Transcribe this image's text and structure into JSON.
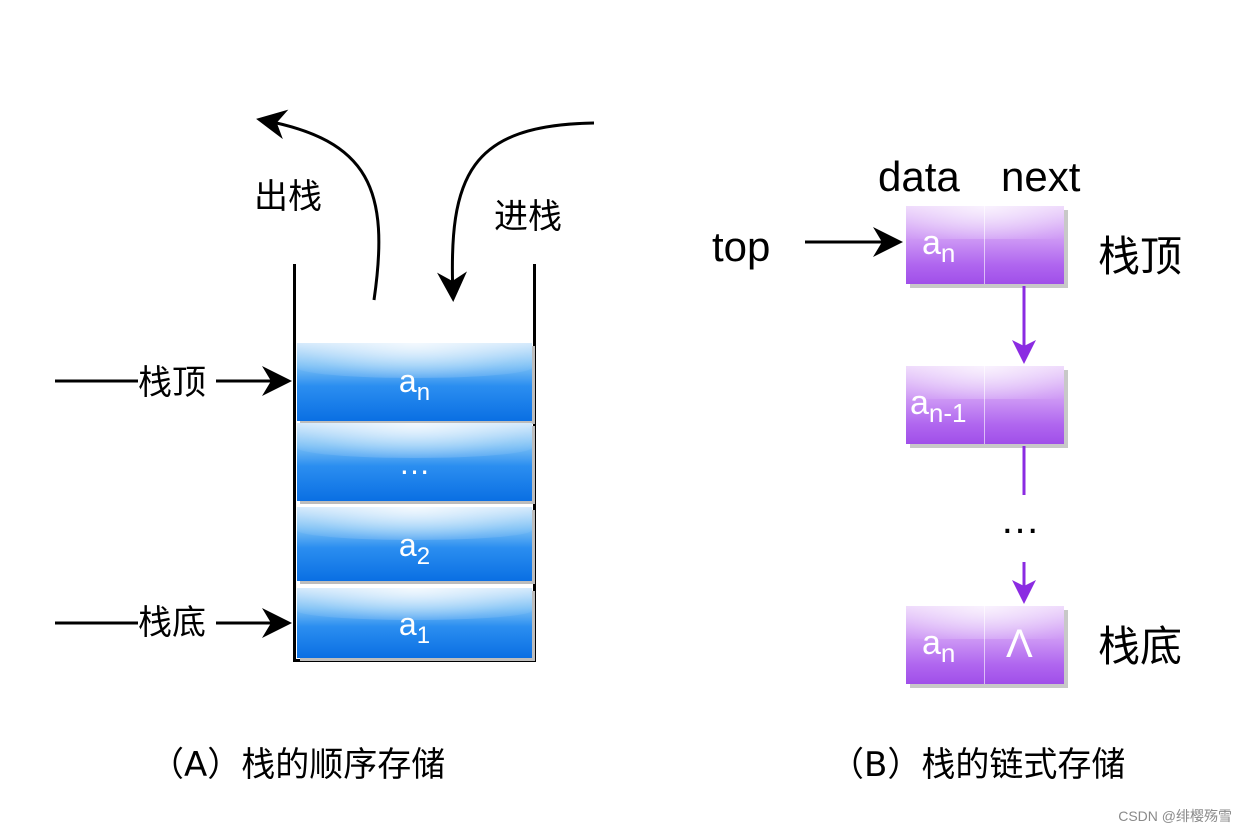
{
  "left": {
    "pop_label": "出栈",
    "push_label": "进栈",
    "top_label": "栈顶",
    "bottom_label": "栈底",
    "cells": [
      {
        "base": "a",
        "sub": "n"
      },
      {
        "base": "…",
        "sub": ""
      },
      {
        "base": "a",
        "sub": "2"
      },
      {
        "base": "a",
        "sub": "1"
      }
    ],
    "caption": "（A）栈的顺序存储"
  },
  "right": {
    "data_header": "data",
    "next_header": "next",
    "top_pointer": "top",
    "top_label": "栈顶",
    "bottom_label": "栈底",
    "ellipsis": "…",
    "nodes": [
      {
        "base": "a",
        "sub": "n",
        "next": ""
      },
      {
        "base": "a",
        "sub": "n-1",
        "next": ""
      },
      {
        "base": "a",
        "sub": "n",
        "next": "Λ"
      }
    ],
    "caption": "（B）栈的链式存储"
  },
  "watermark": "CSDN @绯樱殇雪",
  "colors": {
    "cell_blue": "#0a6fe3",
    "node_purple": "#a04fe9",
    "link_purple": "#8b2be2"
  }
}
